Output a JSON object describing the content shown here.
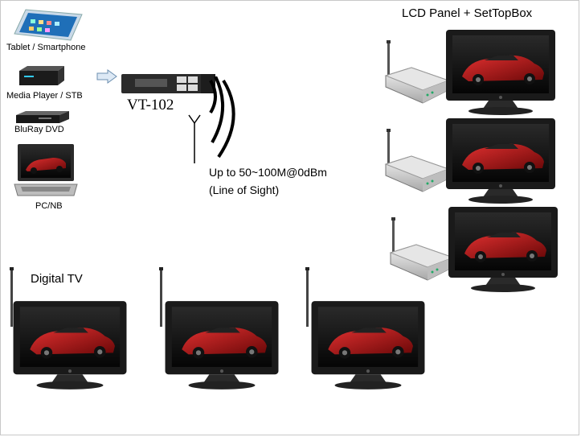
{
  "sources": {
    "tablet": "Tablet / Smartphone",
    "media_player": "Media Player / STB",
    "bluray": "BluRay DVD",
    "pc": "PC/NB"
  },
  "transmitter": {
    "model": "VT-102"
  },
  "range": {
    "line1": "Up to 50~100M@0dBm",
    "line2": "(Line of Sight)"
  },
  "groups": {
    "lcd_stb": "LCD Panel + SetTopBox",
    "digital_tv": "Digital TV"
  },
  "colors": {
    "screen": "#0b0b0b",
    "car": "#b01818",
    "bezel": "#1a1a1a"
  }
}
